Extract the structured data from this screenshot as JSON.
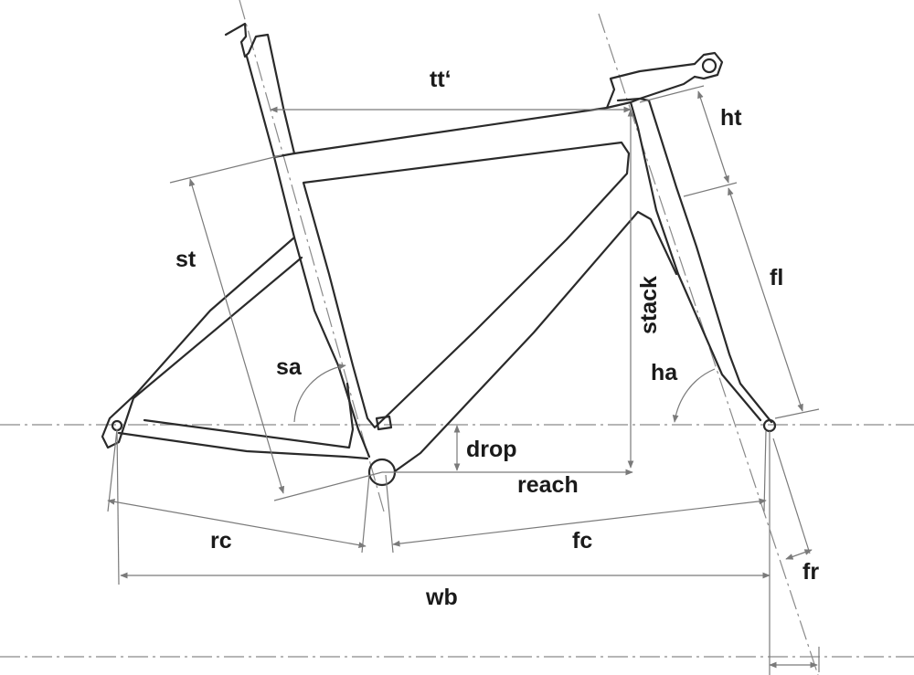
{
  "diagram": {
    "labels": {
      "tt": "tt‘",
      "ht": "ht",
      "st": "st",
      "fl": "fl",
      "stack": "stack",
      "sa": "sa",
      "ha": "ha",
      "drop": "drop",
      "reach": "reach",
      "rc": "rc",
      "fc": "fc",
      "wb": "wb",
      "fr": "fr"
    },
    "colors": {
      "frame": "#2a2a2a",
      "dimension": "#7a7a7a",
      "text": "#1a1a1a",
      "background": "#ffffff"
    }
  }
}
